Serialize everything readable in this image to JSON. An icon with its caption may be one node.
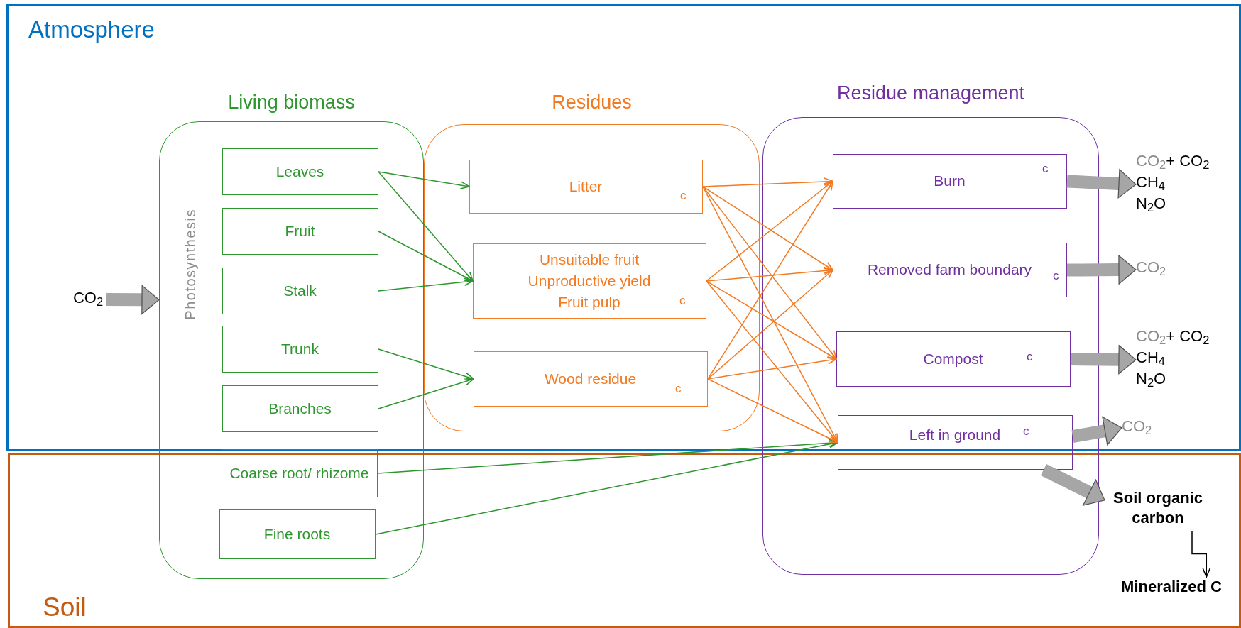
{
  "diagram": {
    "nodes": [
      {
        "text": [
          "CO$_{2}$"
        ]
      },
      {
        "text": [
          "Living biomass",
          "Photosynthesis"
        ]
      },
      {
        "text": [
          "Leaves"
        ],
        "in": 1
      },
      {
        "text": [
          "Fruit"
        ],
        "in": 1
      },
      {
        "text": [
          "Stalk"
        ],
        "in": 1
      },
      {
        "text": [
          "Trunk"
        ],
        "in": 1
      },
      {
        "text": [
          "Branches"
        ],
        "in": 1
      },
      {
        "text": [
          "Coarse root/ rhizome"
        ],
        "in": 1
      },
      {
        "text": [
          "Fine roots"
        ],
        "in": 1
      },
      {
        "text": [
          "Residues"
        ]
      },
      {
        "text": [
          "Litter",
          "c"
        ],
        "in": 9
      },
      {
        "text": [
          "Unsuitable fruit",
          "Unproductive yield",
          "Fruit pulp",
          "c"
        ],
        "in": 9
      },
      {
        "text": [
          "Wood residue",
          "c"
        ],
        "in": 9
      },
      {
        "text": [
          "Residue management"
        ]
      },
      {
        "text": [
          "Burn",
          "c"
        ],
        "in": 13
      },
      {
        "text": [
          "Removed farm boundary",
          "c"
        ],
        "in": 13
      },
      {
        "text": [
          "Compost",
          "c"
        ],
        "in": 13
      },
      {
        "text": [
          "Left in ground",
          "c"
        ],
        "in": 13
      },
      {
        "text": [
          "CO$_{2}$",
          "+ CO$_{2}$",
          "CH$_{4}$",
          "N$_{2}$O"
        ]
      },
      {
        "text": [
          "CO$_{2}$"
        ]
      },
      {
        "text": [
          "CO$_{2}$",
          "+ CO$_{2}$",
          "CH$_{4}$",
          "N$_{2}$O"
        ]
      },
      {
        "text": [
          "CO$_{2}$"
        ]
      },
      {
        "text": [
          "Soil organic carbon"
        ]
      },
      {
        "text": [
          "Mineralized C"
        ]
      }
    ],
    "edges": [
      {
        "from": 0,
        "to": 1,
        "arrow": "to",
        "style": "thick",
        "color": "#a6a6a6"
      },
      {
        "from": 2,
        "to": 10,
        "arrow": "to",
        "color": "#2e962e"
      },
      {
        "from": 2,
        "to": 11,
        "arrow": "to",
        "color": "#2e962e"
      },
      {
        "from": 3,
        "to": 11,
        "arrow": "to",
        "color": "#2e962e"
      },
      {
        "from": 4,
        "to": 11,
        "arrow": "to",
        "color": "#2e962e"
      },
      {
        "from": 5,
        "to": 12,
        "arrow": "to",
        "color": "#2e962e"
      },
      {
        "from": 6,
        "to": 12,
        "arrow": "to",
        "color": "#2e962e"
      },
      {
        "from": 7,
        "to": 17,
        "arrow": "to",
        "color": "#2e962e"
      },
      {
        "from": 8,
        "to": 17,
        "arrow": "to",
        "color": "#2e962e"
      },
      {
        "from": 10,
        "to": 14,
        "arrow": "to"
      },
      {
        "from": 10,
        "to": 15,
        "arrow": "to"
      },
      {
        "from": 10,
        "to": 16,
        "arrow": "to"
      },
      {
        "from": 10,
        "to": 17,
        "arrow": "to"
      },
      {
        "from": 11,
        "to": 14,
        "arrow": "to"
      },
      {
        "from": 11,
        "to": 15,
        "arrow": "to"
      },
      {
        "from": 11,
        "to": 16,
        "arrow": "to"
      },
      {
        "from": 11,
        "to": 17,
        "arrow": "to"
      },
      {
        "from": 12,
        "to": 14,
        "arrow": "to"
      },
      {
        "from": 12,
        "to": 15,
        "arrow": "to"
      },
      {
        "from": 12,
        "to": 16,
        "arrow": "to"
      },
      {
        "from": 12,
        "to": 17,
        "arrow": "to"
      },
      {
        "from": 14,
        "to": 18,
        "arrow": "to",
        "style": "thick",
        "color": "#a6a6a6"
      },
      {
        "from": 15,
        "to": 19,
        "arrow": "to",
        "style": "thick",
        "color": "#a6a6a6"
      },
      {
        "from": 16,
        "to": 20,
        "arrow": "to",
        "style": "thick",
        "color": "#a6a6a6"
      },
      {
        "from": 17,
        "to": 21,
        "arrow": "to",
        "style": "thick",
        "color": "#a6a6a6"
      },
      {
        "from": 17,
        "to": 22,
        "arrow": "to",
        "style": "thick",
        "color": "#a6a6a6"
      },
      {
        "from": 22,
        "to": 23,
        "arrow": "to",
        "color": "#000000"
      }
    ],
    "labels": [
      "Atmosphere",
      "Soil"
    ]
  }
}
